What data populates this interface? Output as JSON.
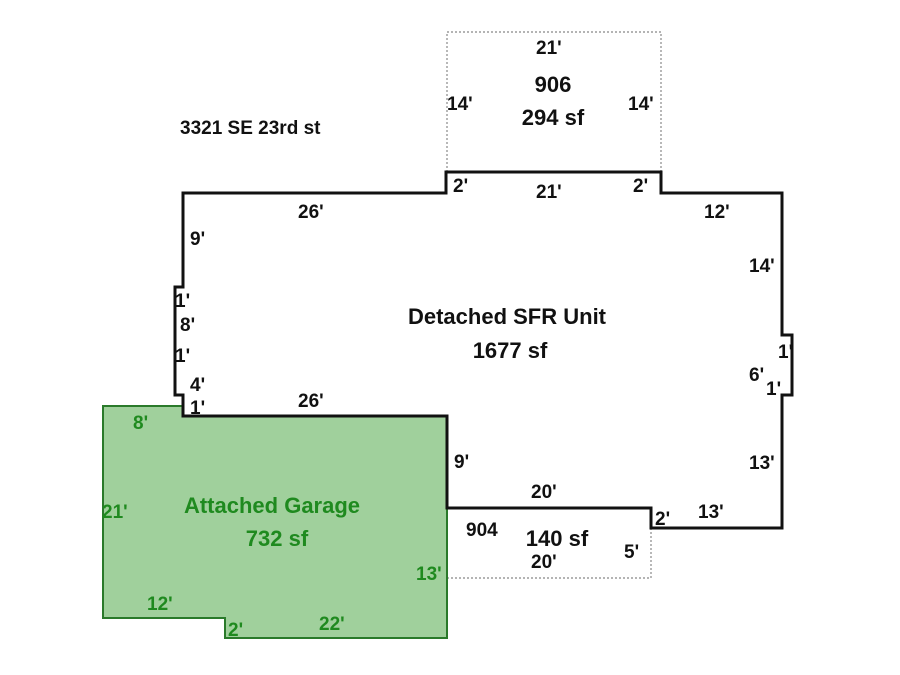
{
  "address": "3321 SE 23rd st",
  "areas": {
    "main": {
      "name": "Detached SFR Unit",
      "area": "1677 sf"
    },
    "garage": {
      "name": "Attached Garage",
      "area": "732 sf"
    },
    "upper_addition": {
      "code": "906",
      "area": "294 sf"
    },
    "lower_addition": {
      "code": "904",
      "area": "140 sf"
    }
  },
  "dimensions": {
    "upper": [
      "21'",
      "14'",
      "14'"
    ],
    "main": [
      "26'",
      "9'",
      "1'",
      "8'",
      "1'",
      "4'",
      "1'",
      "26'",
      "2'",
      "21'",
      "2'",
      "12'",
      "14'",
      "1'",
      "6'",
      "1'",
      "13'",
      "13'",
      "2'",
      "20'",
      "9'"
    ],
    "lower": [
      "20'",
      "5'"
    ],
    "garage": [
      "8'",
      "21'",
      "12'",
      "2'",
      "22'",
      "13'"
    ]
  },
  "colors": {
    "garage_fill": "#a0d09c",
    "garage_stroke": "#2a7a2a",
    "garage_text": "#1f8a1f",
    "outline": "#111111"
  }
}
